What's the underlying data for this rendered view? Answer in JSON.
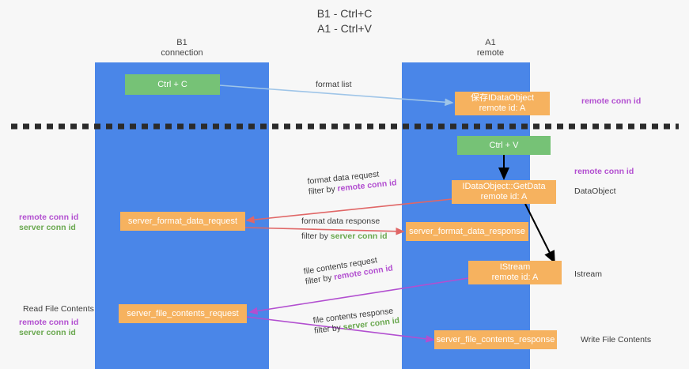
{
  "title": {
    "line1": "B1 - Ctrl+C",
    "line2": "A1 - Ctrl+V"
  },
  "columns": [
    {
      "name": "left",
      "title": "B1",
      "subtitle": "connection"
    },
    {
      "name": "right",
      "title": "A1",
      "subtitle": "remote"
    }
  ],
  "nodes": {
    "ctrl_c": "Ctrl + C",
    "ctrl_v": "Ctrl + V",
    "save_dataobject_l1": "保存IDataObject",
    "save_dataobject_l2": "remote id: A",
    "getdata_l1": "IDataObject::GetData",
    "getdata_l2": "remote id: A",
    "istream_l1": "IStream",
    "istream_l2": "remote id: A",
    "server_format_data_request": "server_format_data_request",
    "server_format_data_response": "server_format_data_response",
    "server_file_contents_request": "server_file_contents_request",
    "server_file_contents_response": "server_file_contents_response"
  },
  "edges": {
    "format_list": "format list",
    "format_data_request": "format data request",
    "format_data_request_filter_prefix": "filter by ",
    "format_data_request_filter_key": "remote conn id",
    "format_data_response": "format data response",
    "format_data_response_filter_prefix": "filter by ",
    "format_data_response_filter_key": "server conn id",
    "file_contents_request": "file contents request",
    "file_contents_request_filter_prefix": "filter by ",
    "file_contents_request_filter_key": "remote conn id",
    "file_contents_response": "file contents response",
    "file_contents_response_filter_prefix": "filter by ",
    "file_contents_response_filter_key": "server conn id"
  },
  "side_labels": {
    "right_remote_conn_id_top": "remote conn id",
    "right_remote_conn_id_mid": "remote conn id",
    "right_dataobject": "DataObject",
    "right_istream": "Istream",
    "right_write_file_contents": "Write File Contents",
    "left_remote_conn_id_mid": "remote conn id",
    "left_server_conn_id_mid": "server conn id",
    "left_read_file_contents": "Read File Contents",
    "left_remote_conn_id_bottom": "remote conn id",
    "left_server_conn_id_bottom": "server conn id"
  },
  "colors": {
    "column_blue": "#4a86e8",
    "node_orange": "#f6b25f",
    "node_green": "#76c276",
    "arrow_blue": "#9fc5e8",
    "arrow_red": "#e06666",
    "arrow_purple": "#b24fd0",
    "arrow_black": "#000000",
    "key_purple": "#b24fd0",
    "key_green": "#6aa84f"
  }
}
